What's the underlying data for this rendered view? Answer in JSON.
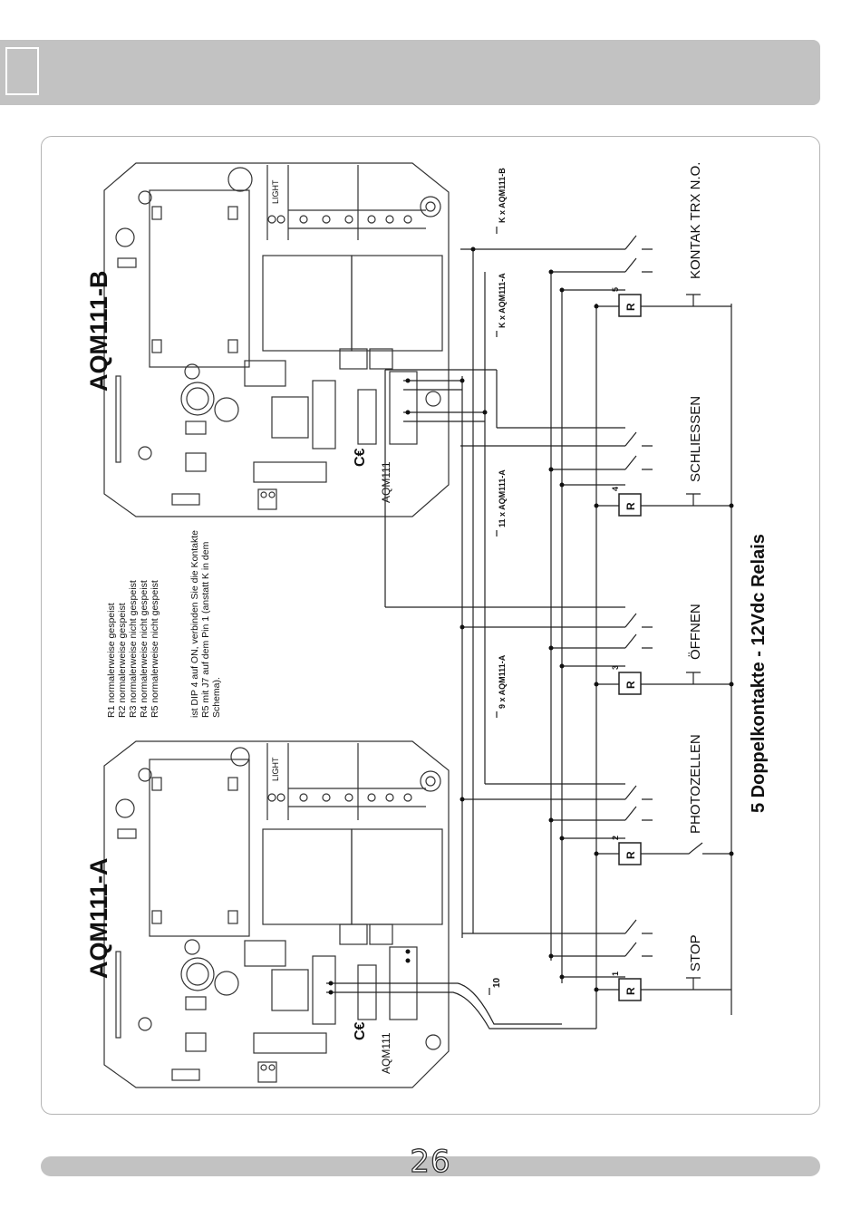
{
  "page_number": "26",
  "diagram_title": "5 Doppelkontakte - 12Vdc Relais",
  "boards": [
    {
      "label": "AQM111-A",
      "print": "AQM111"
    },
    {
      "label": "AQM111-B",
      "print": "AQM111"
    }
  ],
  "board_block_labels": {
    "light": "LIGHT",
    "ce": "C€"
  },
  "notes": [
    "R1 normalerweise gespeist",
    "R2 normalerweise gespeist",
    "R3 normalerweise nicht gespeist",
    "R4  normalerweise nicht gespeist",
    "R5  normalerweise nicht gespeist",
    "",
    "ist DIP 4 auf  ON, verbinden Sie die Kontakte",
    "R5 mit J7 auf dem Pin 1 (anstatt K in dem",
    "Schema)."
  ],
  "relays": [
    {
      "number": "1",
      "symbol": "R",
      "contact_label": "STOP"
    },
    {
      "number": "2",
      "symbol": "R",
      "contact_label": "PHOTOZELLEN"
    },
    {
      "number": "3",
      "symbol": "R",
      "contact_label": "ÖFFNEN"
    },
    {
      "number": "4",
      "symbol": "R",
      "contact_label": "SCHLIESSEN"
    },
    {
      "number": "5",
      "symbol": "R",
      "contact_label": "KONTAK TRX N.O."
    }
  ],
  "wire_labels": {
    "ten": "10",
    "nine_a": "9 x AQM111-A",
    "eleven_a": "11 x AQM111-A",
    "k_a": "K x AQM111-A",
    "k_b": "K x AQM111-B"
  }
}
